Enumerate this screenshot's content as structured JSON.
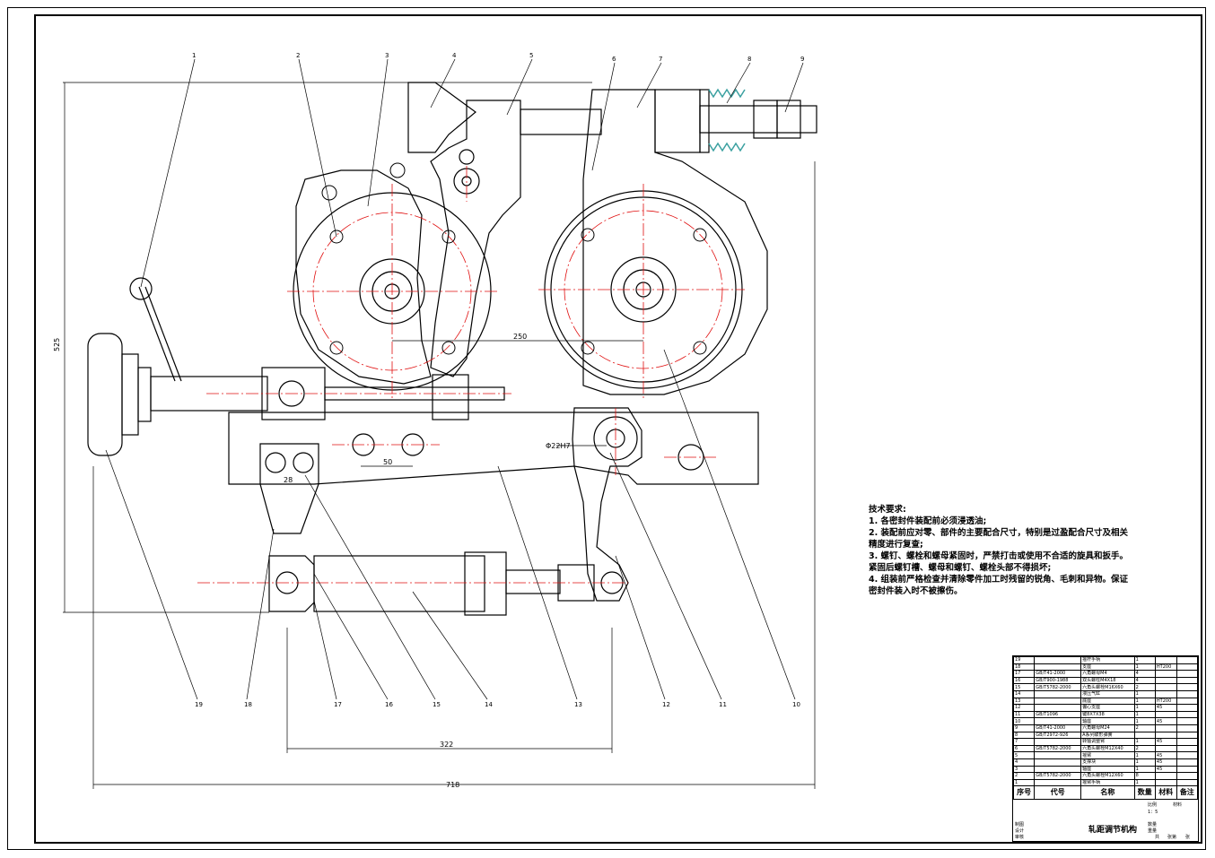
{
  "drawing": {
    "dimensions": {
      "d250": "250",
      "d525": "525",
      "d50": "50",
      "d28": "28",
      "d22h7": "Φ22H7",
      "d322": "322",
      "d718": "718"
    },
    "balloons": [
      "1",
      "2",
      "3",
      "4",
      "5",
      "6",
      "7",
      "8",
      "9",
      "10",
      "11",
      "12",
      "13",
      "14",
      "15",
      "16",
      "17",
      "18",
      "19"
    ]
  },
  "requirements": {
    "heading": "技术要求:",
    "items": [
      "1. 各密封件装配前必须浸透油;",
      "2. 装配前应对零、部件的主要配合尺寸，特别是过盈配合尺寸及相关精度进行复查;",
      "3. 螺钉、螺栓和螺母紧固时，严禁打击或使用不合适的旋具和扳手。紧固后螺钉槽、螺母和螺钉、螺栓头部不得损坏;",
      "4. 组装前严格检查并清除零件加工时残留的锐角、毛刺和异物。保证密封件装入时不被擦伤。"
    ]
  },
  "bom": {
    "header": {
      "no": "序号",
      "code": "代号",
      "name": "名称",
      "qty": "数量",
      "material": "材料",
      "remark": "备注"
    },
    "rows": [
      {
        "no": "19",
        "code": "",
        "name": "摇杆手柄",
        "qty": "1",
        "material": ""
      },
      {
        "no": "18",
        "code": "",
        "name": "支座",
        "qty": "1",
        "material": "HT200"
      },
      {
        "no": "17",
        "code": "GB/T41-2000",
        "name": "六角螺母M4",
        "qty": "4",
        "material": ""
      },
      {
        "no": "16",
        "code": "GB/T900-1988",
        "name": "双头螺柱M4X18",
        "qty": "4",
        "material": ""
      },
      {
        "no": "15",
        "code": "GB/T5782-2000",
        "name": "六角头螺栓M16X60",
        "qty": "2",
        "material": ""
      },
      {
        "no": "14",
        "code": "",
        "name": "液压气缸",
        "qty": "1",
        "material": ""
      },
      {
        "no": "13",
        "code": "",
        "name": "底座",
        "qty": "1",
        "material": "HT200"
      },
      {
        "no": "12",
        "code": "",
        "name": "偏心支座",
        "qty": "1",
        "material": "45"
      },
      {
        "no": "11",
        "code": "GB/T1096",
        "name": "键8X7X38",
        "qty": "1",
        "material": ""
      },
      {
        "no": "10",
        "code": "",
        "name": "轴座",
        "qty": "1",
        "material": "45"
      },
      {
        "no": "9",
        "code": "GB/T41-2000",
        "name": "六角螺母M24",
        "qty": "2",
        "material": ""
      },
      {
        "no": "8",
        "code": "GB/T2972-926",
        "name": "A系列碟形弹簧",
        "qty": "",
        "material": ""
      },
      {
        "no": "7",
        "code": "",
        "name": "转轴调整臂",
        "qty": "1",
        "material": "45"
      },
      {
        "no": "6",
        "code": "GB/T5782-2000",
        "name": "六角头螺栓M12X40",
        "qty": "2",
        "material": ""
      },
      {
        "no": "5",
        "code": "",
        "name": "摇臂",
        "qty": "1",
        "material": "45"
      },
      {
        "no": "4",
        "code": "",
        "name": "支撑块",
        "qty": "1",
        "material": "45"
      },
      {
        "no": "3",
        "code": "",
        "name": "轴座",
        "qty": "1",
        "material": "45"
      },
      {
        "no": "2",
        "code": "GB/T5782-2000",
        "name": "六角头螺栓M12X60",
        "qty": "8",
        "material": ""
      },
      {
        "no": "1",
        "code": "",
        "name": "摇臂手柄",
        "qty": "1",
        "material": ""
      }
    ],
    "title_block": {
      "scale_label": "比例",
      "material_label": "材料",
      "scale_value": "1：5",
      "drawer": "制图",
      "designer": "设计",
      "reviewer": "审核",
      "title": "轧距调节机构",
      "qty_label": "数量",
      "weight_label": "重量",
      "sheet_total": "共",
      "sheet_no": "张第",
      "sheet_unit": "张"
    }
  },
  "colors": {
    "line": "#000000",
    "center": "#e01010",
    "spring": "#3aa0a0"
  }
}
